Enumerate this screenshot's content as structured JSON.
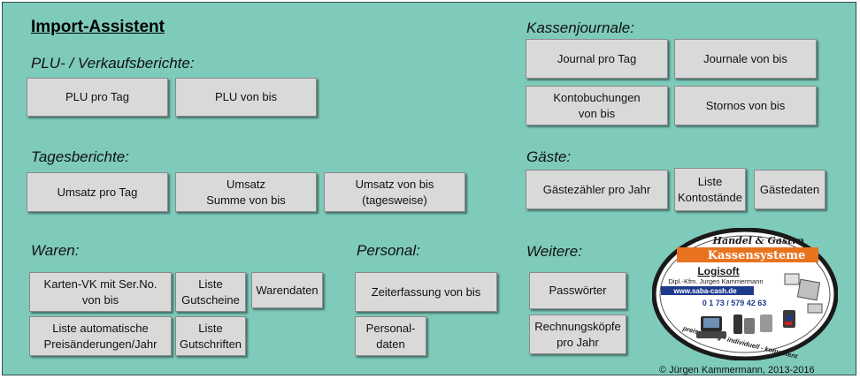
{
  "title": "Import-Assistent",
  "sections": {
    "plu": "PLU- / Verkaufsberichte:",
    "tages": "Tagesberichte:",
    "waren": "Waren:",
    "personal": "Personal:",
    "kassenjournale": "Kassenjournale:",
    "gaeste": "Gäste:",
    "weitere": "Weitere:"
  },
  "buttons": {
    "plu_pro_tag": "PLU pro Tag",
    "plu_von_bis": "PLU von bis",
    "umsatz_pro_tag": "Umsatz pro Tag",
    "umsatz_summe": "Umsatz\nSumme von bis",
    "umsatz_tagesweise": "Umsatz von bis\n(tagesweise)",
    "karten_vk": "Karten-VK mit Ser.No.\nvon bis",
    "liste_gutscheine": "Liste\nGutscheine",
    "warendaten": "Warendaten",
    "liste_preisaenderungen": "Liste automatische\nPreisänderungen/Jahr",
    "liste_gutschriften": "Liste\nGutschriften",
    "zeiterfassung": "Zeiterfassung von bis",
    "personaldaten": "Personal-\ndaten",
    "journal_pro_tag": "Journal pro Tag",
    "journale_von_bis": "Journale von bis",
    "kontobuchungen": "Kontobuchungen\nvon bis",
    "stornos": "Stornos von bis",
    "gaestezaehler": "Gästezähler pro Jahr",
    "liste_kontostaende": "Liste\nKontostände",
    "gaestedaten": "Gästedaten",
    "passwoerter": "Passwörter",
    "rechnungskoepfe": "Rechnungsköpfe\npro Jahr"
  },
  "logo": {
    "top": "Handel & Gastro",
    "band": "Kassensysteme",
    "name": "Logisoft",
    "owner": "Dipl.-Kfm. Jurgen Kammermann",
    "web": "www.saba-cash.de",
    "phone": "0 1 73 / 579 42 63",
    "slogan": "preisgünstig - individuell - kompetent"
  },
  "copyright": "© Jürgen Kammermann, 2013-2016",
  "colors": {
    "panel": "#7ecbbb",
    "button": "#d9d9d9",
    "logo_band": "#e8731e"
  }
}
